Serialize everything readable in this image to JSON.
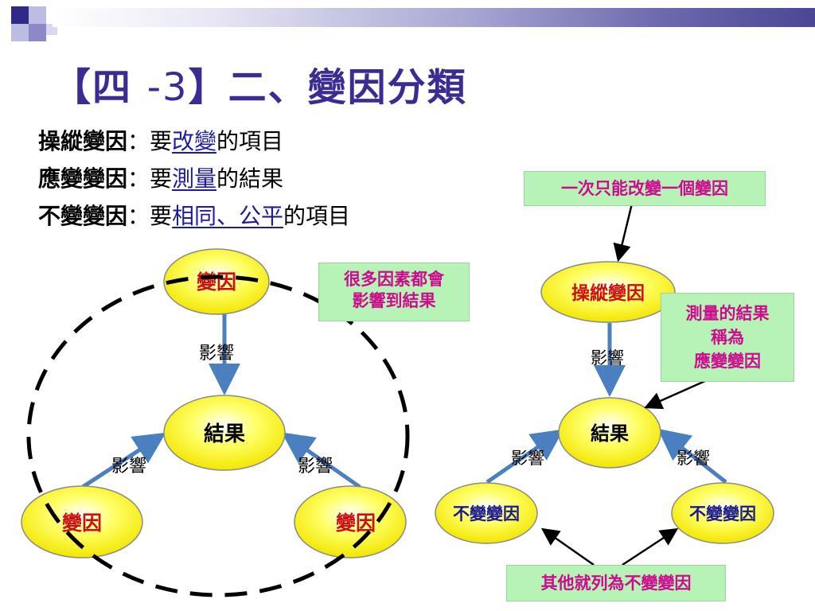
{
  "title": {
    "prefix": "【四 ",
    "number": "-3",
    "suffix": "】二、變因分類"
  },
  "definitions": [
    {
      "term": "操縱變因",
      "colon": "：要",
      "highlight": "改變",
      "tail": "的項目"
    },
    {
      "term": "應變變因",
      "colon": "：要",
      "highlight": "測量",
      "tail": "的結果"
    },
    {
      "term": "不變變因",
      "colon": "：要",
      "highlight": "相同、公平",
      "tail": "的項目"
    }
  ],
  "left_diagram": {
    "top_node": "變因",
    "center_node": "結果",
    "left_node": "變因",
    "right_node": "變因",
    "edge_label_top": "影響",
    "edge_label_left": "影響",
    "edge_label_right": "影響",
    "note": [
      "很多因素都會",
      "影響到結果"
    ]
  },
  "right_diagram": {
    "top_node": "操縱變因",
    "center_node": "結果",
    "left_node": "不變變因",
    "right_node": "不變變因",
    "edge_label_top": "影響",
    "edge_label_left": "影響",
    "edge_label_right": "影響",
    "note_top": "一次只能改變一個變因",
    "note_right": [
      "測量的結果",
      "稱為",
      "應變變因"
    ],
    "note_bottom": "其他就列為不變變因"
  },
  "colors": {
    "title": "#3b2c94",
    "node_fill": "#ffff33",
    "node_text_red": "#cc1010",
    "node_text_blue": "#1a1a8c",
    "note_bg": "#b7f3b7",
    "note_text": "#cc0b8e",
    "arrow_blue": "#4a7fc0"
  }
}
